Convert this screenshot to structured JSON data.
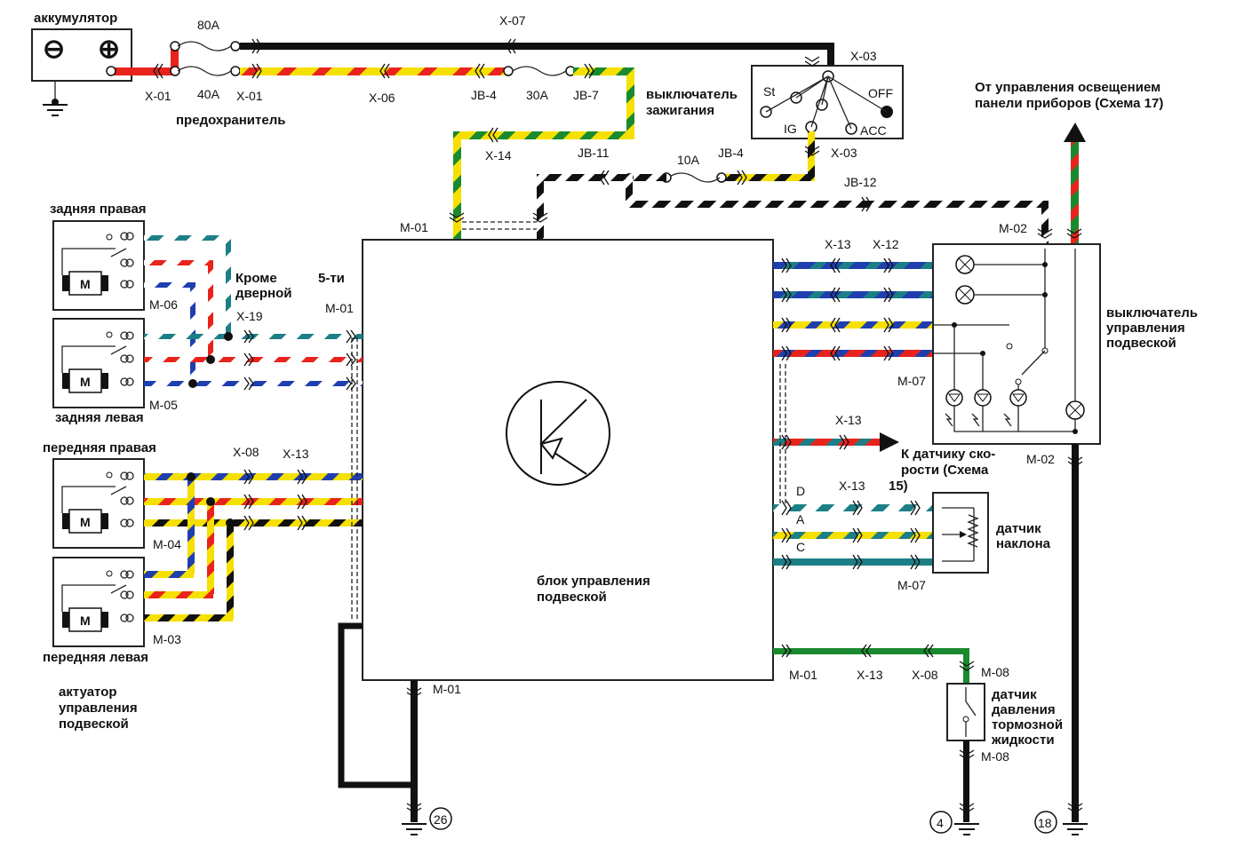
{
  "components": {
    "battery": "аккумулятор",
    "battery_neg": "⊖",
    "battery_pos": "⊕",
    "fuse_80": "80A",
    "fuse_40": "40A",
    "fuse_block": "предохранитель",
    "fuse_30": "30A",
    "fuse_10": "10A",
    "ignition": [
      "выключатель",
      "зажигания"
    ],
    "ign_st": "St",
    "ign_ig": "IG",
    "ign_off": "OFF",
    "ign_acc": "ACC",
    "panel_light": [
      "От управления освещением",
      "панели приборов (Схема 17)"
    ],
    "rear_right": "задняя правая",
    "rear_left": "задняя левая",
    "front_right": "передняя правая",
    "front_left": "передняя левая",
    "except": [
      "Кроме",
      "дверной"
    ],
    "five_door": "5-ти",
    "actuator": [
      "актуатор",
      "управления",
      "подвеской"
    ],
    "ecu": [
      "блок управления",
      "подвеской"
    ],
    "susp_switch": [
      "выключатель",
      "управления",
      "подвеской"
    ],
    "speed_sensor": [
      "К датчику ско-",
      "рости (Схема",
      "15)"
    ],
    "tilt_sensor": [
      "датчик",
      "наклона"
    ],
    "brake_sensor": [
      "датчик",
      "давления",
      "тормозной",
      "жидкости"
    ],
    "motor": "M",
    "pin_d": "D",
    "pin_a": "A",
    "pin_c": "C"
  },
  "connectors": {
    "x01a": "X-01",
    "x01b": "X-01",
    "x07": "X-07",
    "x06": "X-06",
    "jb4a": "JB-4",
    "jb7": "JB-7",
    "x03a": "X-03",
    "x03b": "X-03",
    "x14": "X-14",
    "jb11": "JB-11",
    "jb4b": "JB-4",
    "jb12": "JB-12",
    "m01a": "M-01",
    "m01b": "M-01",
    "m01c": "M-01",
    "m01d": "M-01",
    "m02a": "M-02",
    "m02b": "M-02",
    "m06": "M-06",
    "m05": "M-05",
    "m04": "M-04",
    "m03": "M-03",
    "x19": "X-19",
    "x08a": "X-08",
    "x13a": "X-13",
    "x13b": "X-13",
    "x12": "X-12",
    "x13c": "X-13",
    "x13d": "X-13",
    "x13e": "X-13",
    "x08b": "X-08",
    "m07a": "M-07",
    "m07b": "M-07",
    "m08a": "M-08",
    "m08b": "M-08"
  },
  "grounds": {
    "g26": "26",
    "g4": "4",
    "g18": "18"
  },
  "colors": {
    "red": "#e8231c",
    "yellow": "#f5e000",
    "green": "#1a8a2e",
    "blue": "#1f3fae",
    "teal": "#1d7f86",
    "black": "#111111",
    "white": "#ffffff"
  }
}
